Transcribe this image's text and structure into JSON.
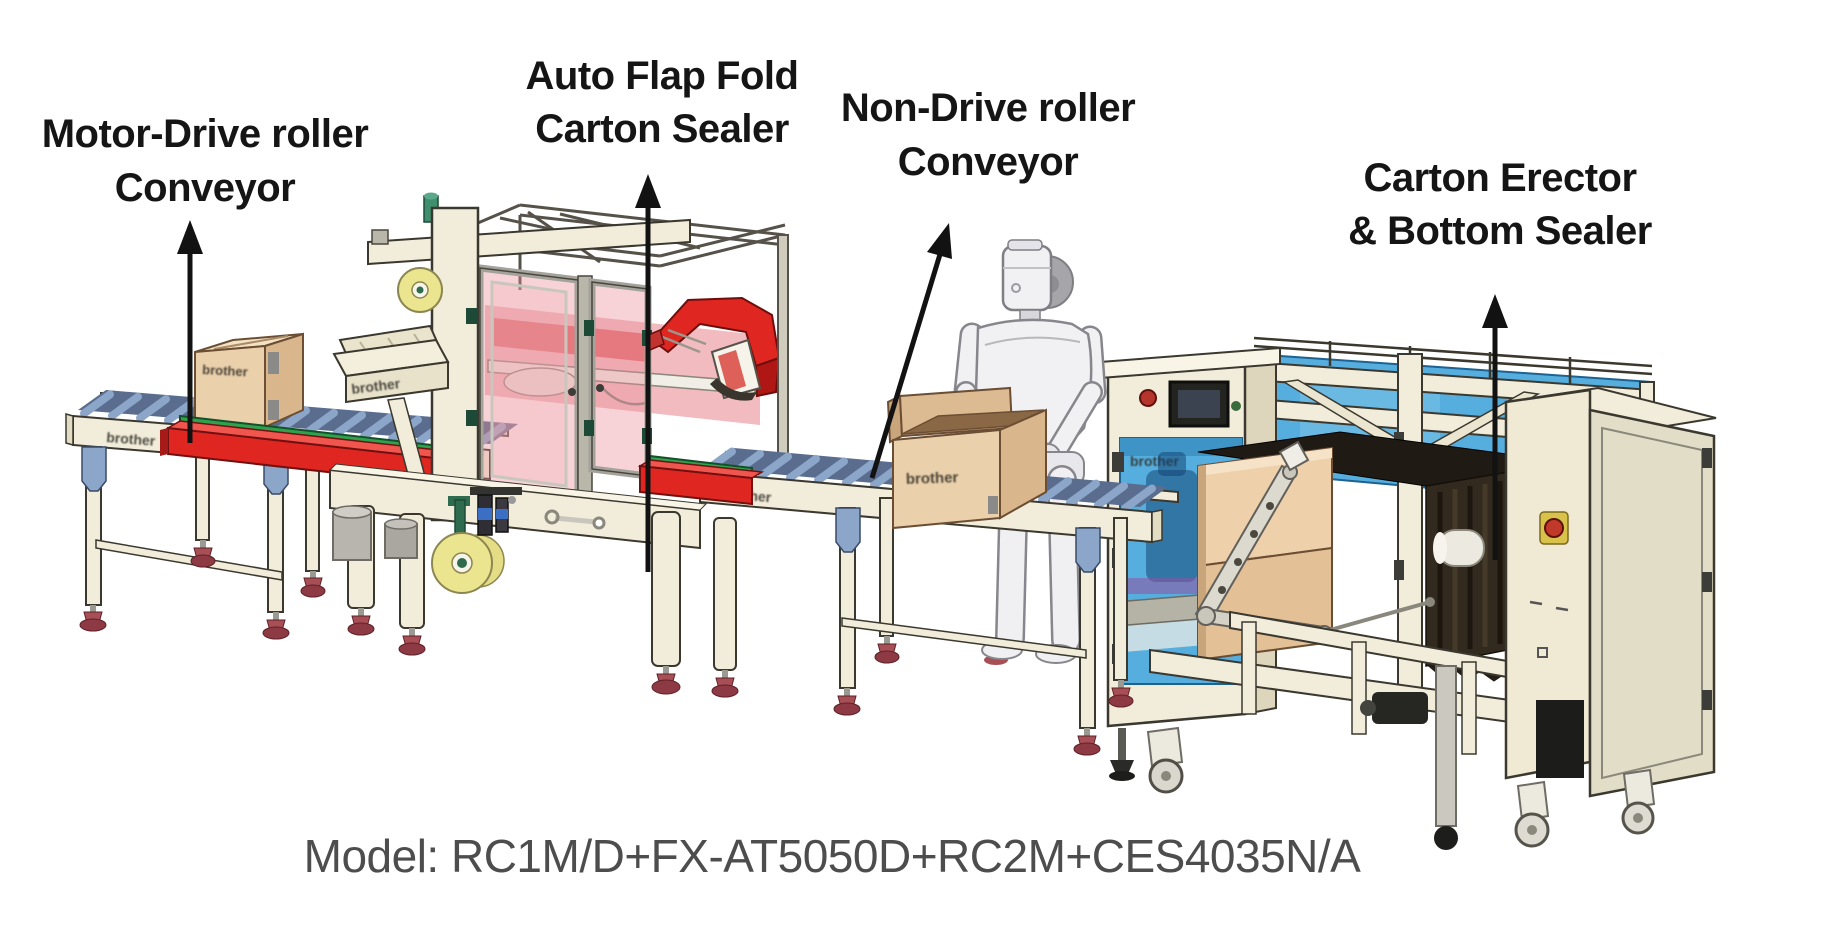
{
  "diagram": {
    "title_context": "carton packing line diagram",
    "background": "#ffffff",
    "labels": {
      "motor_drive_conveyor": {
        "line1": "Motor-Drive roller",
        "line2": "Conveyor"
      },
      "auto_flap_fold_sealer": {
        "line1": "Auto Flap Fold",
        "line2": "Carton Sealer"
      },
      "non_drive_conveyor": {
        "line1": "Non-Drive roller",
        "line2": "Conveyor"
      },
      "carton_erector": {
        "line1": "Carton Erector",
        "line2": "& Bottom Sealer"
      }
    },
    "caption": {
      "model_line": "Model: RC1M/D+FX-AT5050D+RC2M+CES4035N/A"
    },
    "brand": {
      "logo_text": "brother"
    },
    "colors": {
      "label_text": "#151515",
      "caption_text": "#4d4d4d",
      "arrow": "#121212",
      "machine_cream": "#f2edda",
      "machine_outline": "#3b382f",
      "roller_blue": "#8ba6c9",
      "bracket_blue": "#8ba6c9",
      "acrylic_blue": "#55aede",
      "belt_red": "#e02621",
      "belt_green": "#2fa24e",
      "door_pink": "#e8848e",
      "tape_yellow": "#ece590",
      "carton_tan": "#ead0ab",
      "carton_tan_dark": "#d9b68c",
      "blank_stack_dark": "#27211a",
      "suction_foot_red": "#a84f56",
      "robot_gray": "#f1f1f3"
    }
  }
}
